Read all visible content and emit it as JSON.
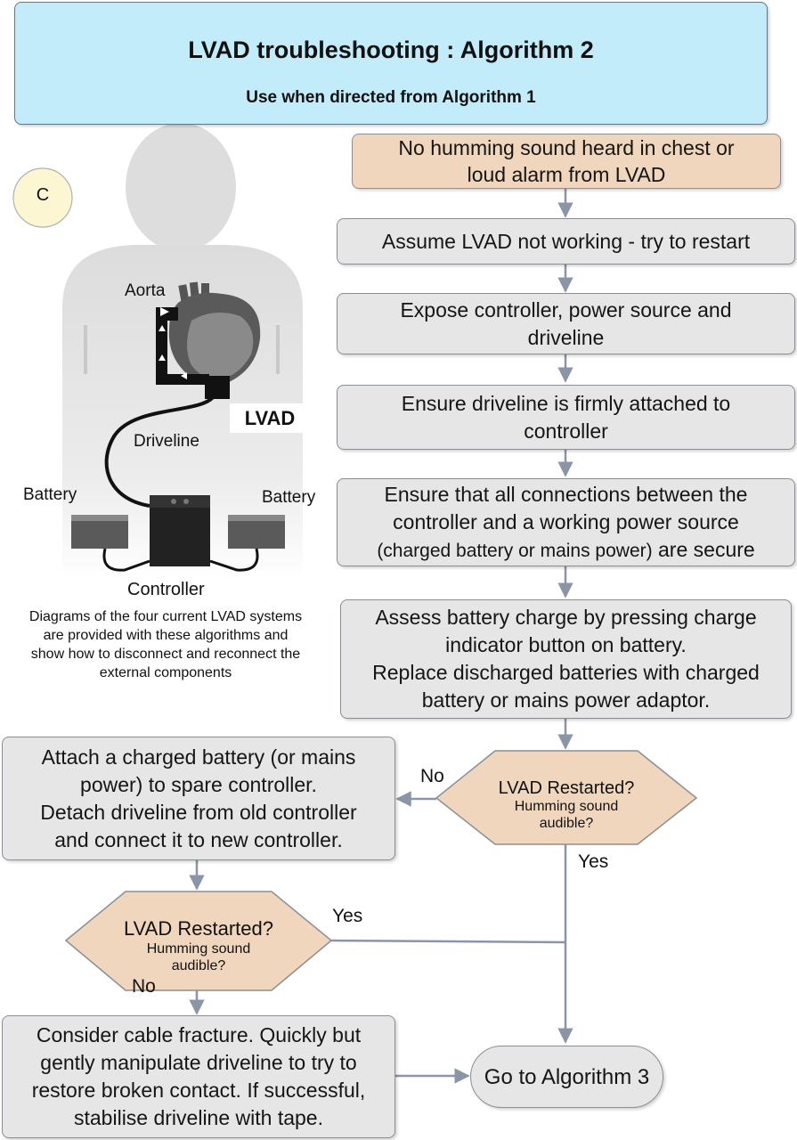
{
  "header": {
    "title": "LVAD troubleshooting : Algorithm 2",
    "subtitle": "Use when directed from Algorithm 1"
  },
  "illustration": {
    "badge": "C",
    "labels": {
      "aorta": "Aorta",
      "lvad": "LVAD",
      "driveline": "Driveline",
      "battery_left": "Battery",
      "battery_right": "Battery",
      "controller": "Controller"
    },
    "caption": "Diagrams of the four current LVAD systems\nare provided with these algorithms and\nshow how to disconnect and reconnect the\nexternal components"
  },
  "steps": {
    "start": "No humming sound heard in chest or\nloud alarm from LVAD",
    "restart": "Assume LVAD not working - try to restart",
    "expose": "Expose controller, power source and\ndriveline",
    "ensure_driveline": "Ensure driveline is firmly attached to\ncontroller",
    "ensure_connections_1": "Ensure that all connections between the",
    "ensure_connections_2": "controller and a working power source",
    "ensure_connections_3a": "(charged battery or mains power)",
    "ensure_connections_3b": " are secure",
    "assess_battery": "Assess battery charge by pressing charge\nindicator button on battery.\nReplace discharged batteries with charged\nbattery or mains power adaptor.",
    "attach_spare": "Attach a charged battery (or mains\npower) to spare controller.\nDetach driveline from old controller\nand connect it to new controller.",
    "cable_fracture": "Consider cable fracture. Quickly but\ngently manipulate driveline to try to\nrestore broken contact. If successful,\nstabilise driveline with tape.",
    "goto_alg3": "Go to Algorithm 3"
  },
  "decisions": {
    "first": {
      "question": "LVAD Restarted?",
      "sub1": "Humming sound",
      "sub2": "audible?"
    },
    "second": {
      "question": "LVAD Restarted?",
      "sub1": "Humming sound",
      "sub2": "audible?"
    }
  },
  "edge_labels": {
    "no_1": "No",
    "yes_1": "Yes",
    "yes_2": "Yes",
    "no_2": "No"
  },
  "colors": {
    "header_fill": "#c2ecf9",
    "start_fill": "#f0d6bd",
    "box_fill": "#e6e6e6",
    "decision_fill": "#f0d6bd",
    "arrow": "#8b95a8",
    "badge_fill": "#fdf6d3"
  }
}
